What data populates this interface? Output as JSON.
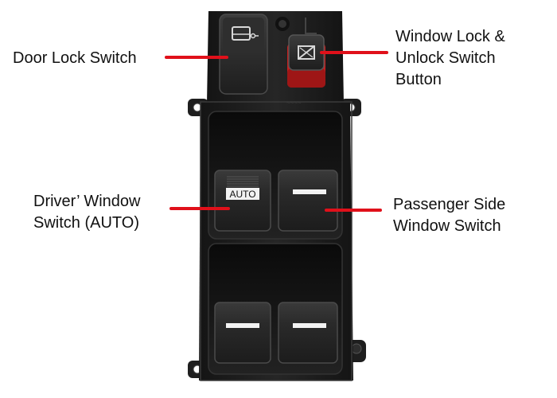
{
  "image": {
    "subject": "automotive master power window switch panel",
    "accent_color": "#e0101a",
    "panel_color": "#1b1b1b",
    "window_lock_button_trim": "#c62020",
    "icons": [
      "door-lock-icon",
      "window-lock-icon"
    ]
  },
  "callouts": {
    "door_lock": {
      "lines": [
        "Door Lock Switch"
      ]
    },
    "window_lock": {
      "lines": [
        "Window Lock &",
        "Unlock Switch",
        "Button"
      ]
    },
    "driver_window": {
      "lines": [
        "Driver’ Window",
        "Switch  (AUTO)"
      ]
    },
    "passenger_window": {
      "lines": [
        "Passenger Side",
        "Window Switch"
      ]
    }
  },
  "panel": {
    "auto_badge": "AUTO"
  }
}
